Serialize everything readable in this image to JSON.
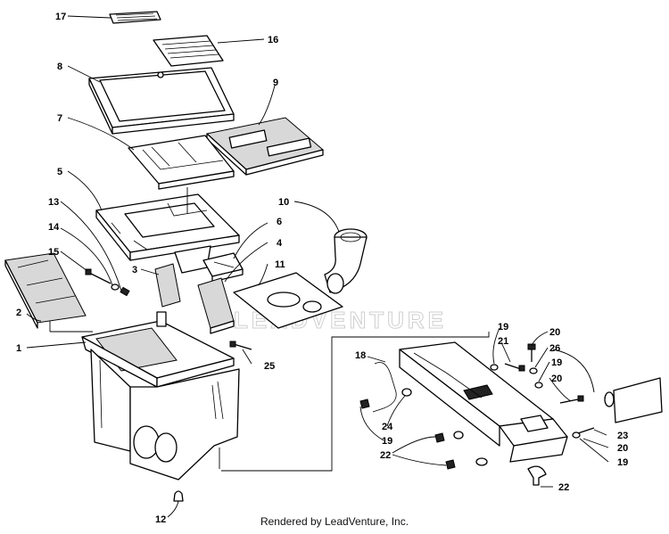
{
  "diagram": {
    "callouts": [
      "17",
      "16",
      "8",
      "9",
      "7",
      "5",
      "10",
      "13",
      "6",
      "14",
      "4",
      "15",
      "3",
      "11",
      "2",
      "1",
      "25",
      "18",
      "19",
      "21",
      "20",
      "26",
      "19",
      "20",
      "24",
      "19",
      "22",
      "23",
      "20",
      "19",
      "12",
      "22"
    ],
    "watermark": "LEADVENTURE"
  },
  "footer": {
    "text": "Rendered by LeadVenture, Inc."
  }
}
